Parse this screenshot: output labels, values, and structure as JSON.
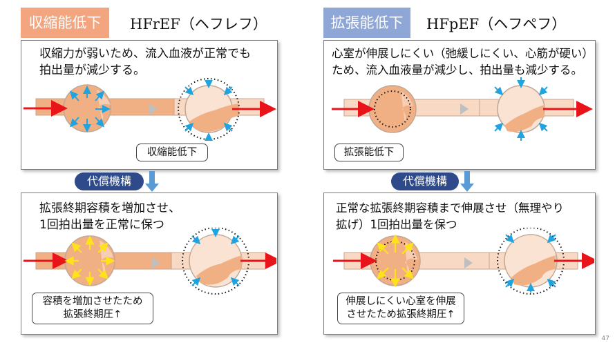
{
  "left": {
    "tag": "収縮能低下",
    "title": "HFrEF（ヘフレフ）",
    "top_text_1": "収縮力が弱いため、流入血液が正常でも",
    "top_text_2": "拍出量が減少する。",
    "top_callout": "収縮能低下",
    "mechanism": "代償機構",
    "bottom_text_1": "拡張終期容積を増加させ、",
    "bottom_text_2": "1回拍出量を正常に保つ",
    "bottom_callout_1": "容積を増加させたため",
    "bottom_callout_2": "拡張終期圧↑"
  },
  "right": {
    "tag": "拡張能低下",
    "title": "HFpEF（ヘフペフ）",
    "top_text_1": "心室が伸展しにくい（弛緩しにくい、心筋が硬い）",
    "top_text_2": "ため、流入血液量が減少し、拍出量も減少する。",
    "top_callout": "拡張能低下",
    "mechanism": "代償機構",
    "bottom_text_1": "正常な拡張終期容積まで伸展させ（無理やり",
    "bottom_text_2": "拡げ）1回拍出量を保つ",
    "bottom_callout_1": "伸展しにくい心室を伸展",
    "bottom_callout_2": "させたため拡張終期圧↑"
  },
  "page_number": "47",
  "colors": {
    "left_tag": "#f2a57f",
    "right_tag": "#8ea7d6",
    "vessel": "#f7d9c4",
    "blood": "#f0b084",
    "chamber": "#fbe3d3",
    "flow_arrow": "#e8141a",
    "contraction_arrow": "#21a3e0",
    "pressure_arrow": "#ffe21a",
    "mechanism_pill": "#2e4a8a",
    "mechanism_arrow": "#5b9bd5"
  }
}
